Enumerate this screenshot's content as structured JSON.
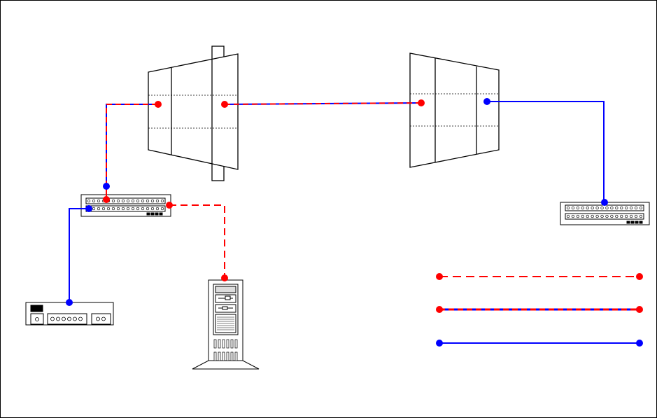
{
  "diagram": {
    "colors": {
      "background": "#ffffff",
      "border": "#000000",
      "outline": "#000000",
      "red_link": "#ff0000",
      "blue_link": "#0000ff"
    },
    "nodes": [
      {
        "id": "left-switch",
        "kind": "switch-device"
      },
      {
        "id": "right-switch",
        "kind": "switch-device"
      },
      {
        "id": "left-patch-panel",
        "kind": "patch-panel"
      },
      {
        "id": "right-patch-panel",
        "kind": "patch-panel"
      },
      {
        "id": "rack-device",
        "kind": "rack-unit"
      },
      {
        "id": "tower-server",
        "kind": "server"
      }
    ],
    "links": [
      {
        "from": "left-switch",
        "to": "right-switch",
        "style": "red-blue-dashed"
      },
      {
        "from": "left-switch",
        "to": "left-patch-panel",
        "style": "red-blue-dashed"
      },
      {
        "from": "left-patch-panel",
        "to": "tower-server",
        "style": "red-dashed"
      },
      {
        "from": "left-patch-panel",
        "to": "rack-device",
        "style": "blue-solid"
      },
      {
        "from": "right-switch",
        "to": "right-patch-panel",
        "style": "blue-solid"
      }
    ],
    "legend": [
      {
        "style": "red-dashed",
        "label": ""
      },
      {
        "style": "red-blue-dashed",
        "label": ""
      },
      {
        "style": "blue-solid",
        "label": ""
      }
    ]
  }
}
